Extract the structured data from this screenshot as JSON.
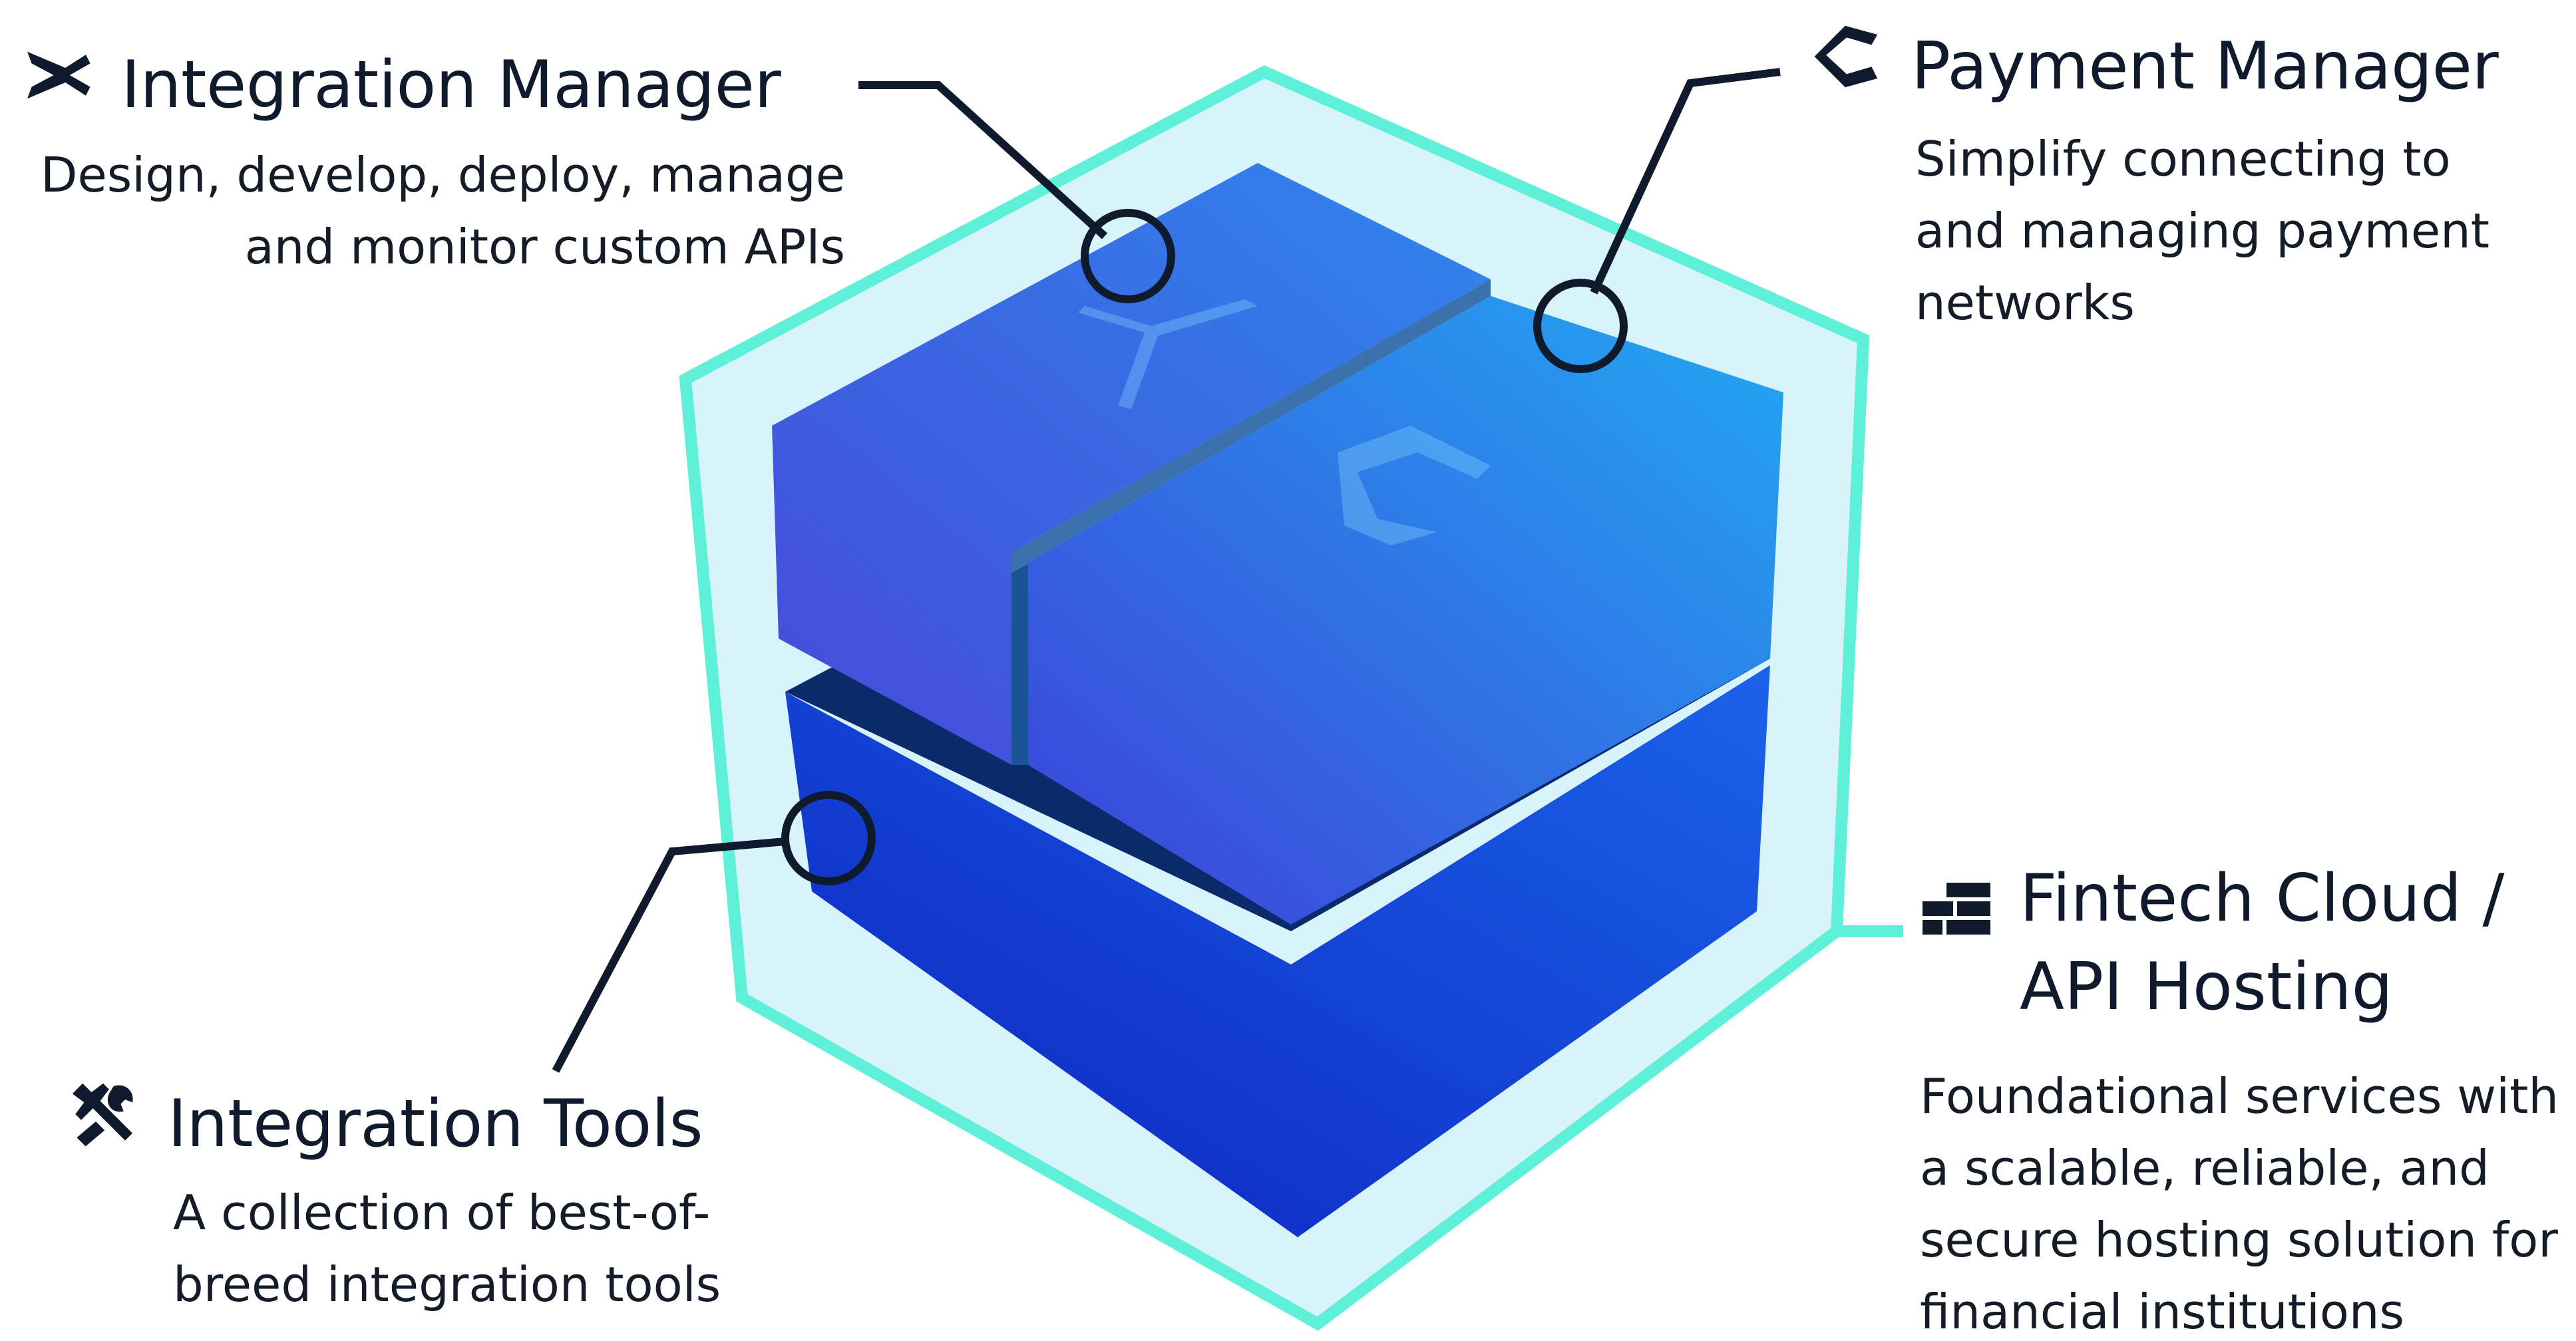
{
  "diagram": {
    "colors": {
      "hex_outer": "#5ef0d8",
      "hex_fill": "#d8f3fa",
      "top_face_a": "#4a4fdc",
      "top_face_b": "#21a6f2",
      "bottom_face_a": "#1027c6",
      "bottom_face_b": "#1a5ee8",
      "shadow": "#0a2a6b",
      "callout_line": "#0f1b2d"
    },
    "components": [
      {
        "id": "integration-manager",
        "title": "Integration Manager",
        "icon": "integration-manager-icon",
        "description": [
          "Design, develop, deploy, manage",
          "and monitor custom APIs"
        ]
      },
      {
        "id": "payment-manager",
        "title": "Payment Manager",
        "icon": "payment-manager-icon",
        "description": [
          "Simplify connecting to",
          "and managing payment",
          "networks"
        ]
      },
      {
        "id": "fintech-cloud",
        "title_lines": [
          "Fintech Cloud /",
          "API Hosting"
        ],
        "icon": "brick-wall-icon",
        "description": [
          "Foundational services with",
          "a scalable, reliable, and",
          "secure hosting solution for",
          "financial institutions"
        ]
      },
      {
        "id": "integration-tools",
        "title": "Integration Tools",
        "icon": "tools-icon",
        "description": [
          "A collection of best-of-",
          "breed integration tools"
        ]
      }
    ]
  }
}
